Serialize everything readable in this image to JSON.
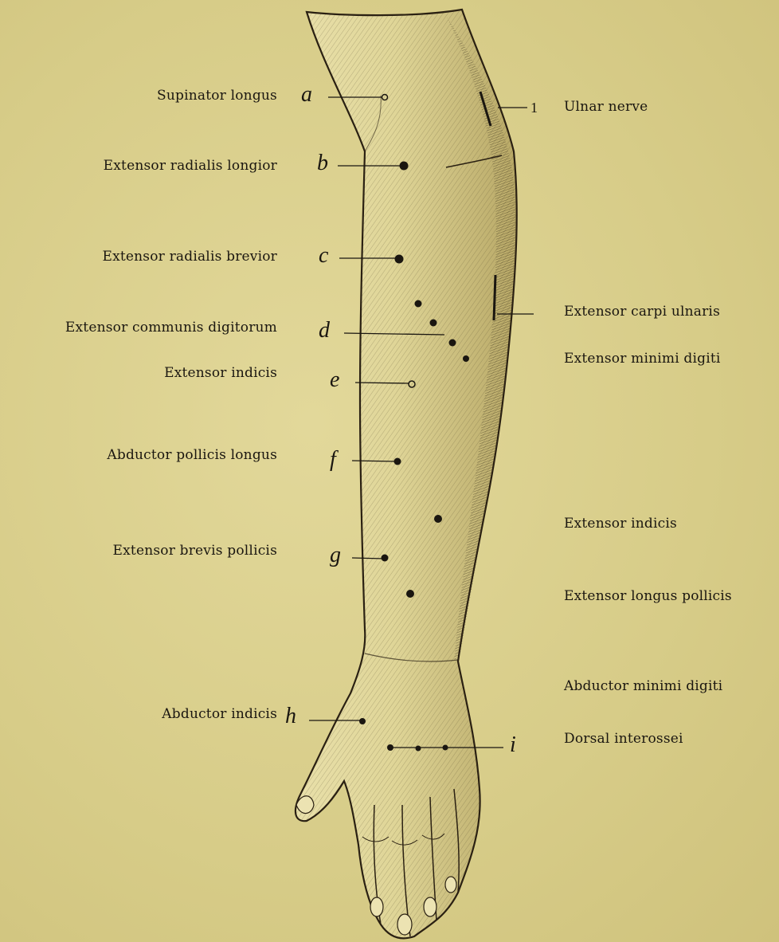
{
  "left_labels": {
    "a": "Supinator longus",
    "b": "Extensor radialis longior",
    "c": "Extensor radialis brevior",
    "d": "Extensor communis digitorum",
    "e": "Extensor indicis",
    "f": "Abductor pollicis longus",
    "g": "Extensor brevis pollicis",
    "h": "Abductor indicis"
  },
  "right_labels": {
    "ulnar": "Ulnar nerve",
    "carpi_ulnaris": "Extensor carpi ulnaris",
    "minimi_digiti": "Extensor minimi digiti",
    "indicis": "Extensor indicis",
    "longus_pollicis": "Extensor longus pollicis",
    "abductor_minimi": "Abductor minimi digiti",
    "dorsal_interossei": "Dorsal interossei"
  },
  "letters": {
    "a": "a",
    "b": "b",
    "c": "c",
    "d": "d",
    "e": "e",
    "f": "f",
    "g": "g",
    "h": "h",
    "i": "i",
    "n1": "1"
  }
}
